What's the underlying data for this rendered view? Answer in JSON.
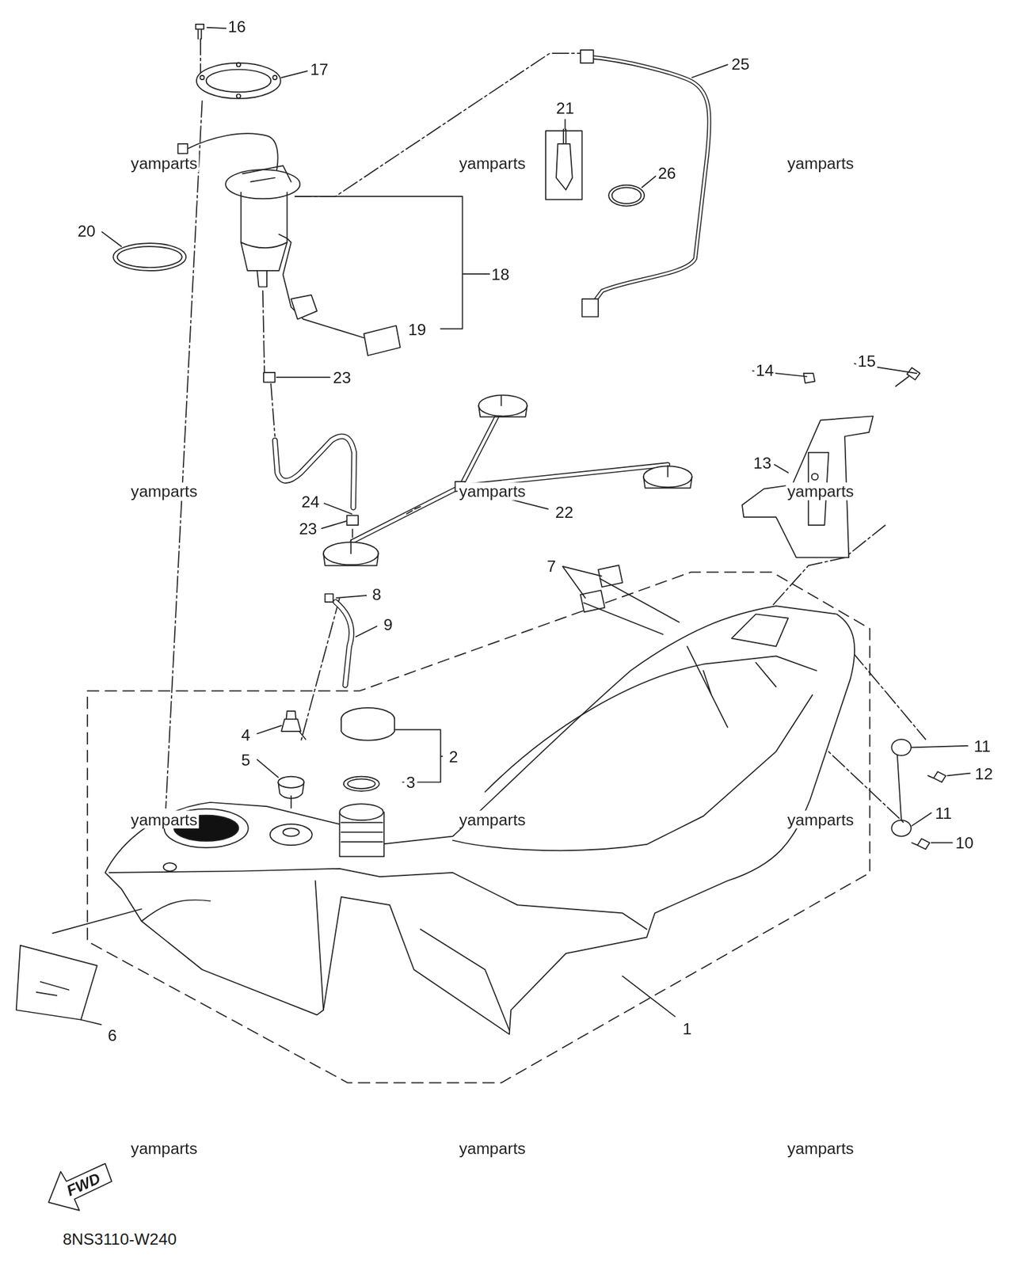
{
  "diagram": {
    "labels": [
      "16",
      "17",
      "25",
      "21",
      "yamparts",
      "yamparts",
      "yamparts",
      "26",
      "20",
      "18",
      "19",
      "14",
      "15",
      "23",
      "13",
      "yamparts",
      "yamparts",
      "yamparts",
      "24",
      "22",
      "23",
      "7",
      "8",
      "9",
      "4",
      "2",
      "11",
      "5",
      "3",
      "12",
      "yamparts",
      "yamparts",
      "yamparts",
      "11",
      "10",
      "6",
      "1",
      "yamparts",
      "yamparts",
      "yamparts",
      "FWD",
      "8NS3110-W240"
    ]
  }
}
